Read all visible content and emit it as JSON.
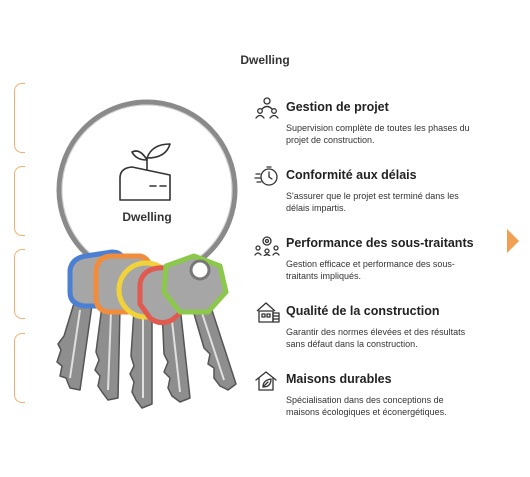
{
  "title": "Dwelling",
  "ring_label": "Dwelling",
  "accent_color": "#f0a050",
  "items": [
    {
      "icon": "project-team-icon",
      "heading": "Gestion de projet",
      "description": "Supervision complète de toutes les phases du projet de construction."
    },
    {
      "icon": "stopwatch-icon",
      "heading": "Conformité aux délais",
      "description": "S'assurer que le projet est terminé dans les délais impartis."
    },
    {
      "icon": "subcontractor-network-icon",
      "heading": "Performance des sous-traitants",
      "description": "Gestion efficace et performance des sous-traitants impliqués."
    },
    {
      "icon": "building-quality-icon",
      "heading": "Qualité de la construction",
      "description": "Garantir des normes élevées et des résultats sans défaut dans la construction."
    },
    {
      "icon": "eco-house-icon",
      "heading": "Maisons durables",
      "description": "Spécialisation dans des conceptions de maisons écologiques et éconergétiques."
    }
  ]
}
